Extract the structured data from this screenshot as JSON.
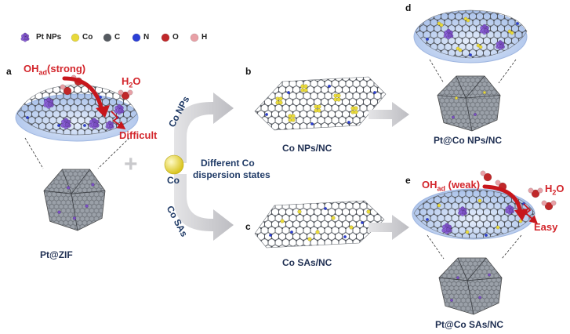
{
  "legend": [
    {
      "label": "Pt NPs",
      "color": "#7a4fc2",
      "icon": "pt-cluster-icon"
    },
    {
      "label": "Co",
      "color": "#e8d93a",
      "icon": "co-atom-icon"
    },
    {
      "label": "C",
      "color": "#555a60",
      "icon": "c-atom-icon"
    },
    {
      "label": "N",
      "color": "#2b3fd6",
      "icon": "n-atom-icon"
    },
    {
      "label": "O",
      "color": "#c0282a",
      "icon": "o-atom-icon"
    },
    {
      "label": "H",
      "color": "#e8a0a6",
      "icon": "h-atom-icon"
    }
  ],
  "panels": {
    "a": {
      "letter": "a",
      "caption": "Pt@ZIF",
      "oh_main": "OH",
      "oh_sub": "ad",
      "oh_rest": "(strong)",
      "water_main": "H",
      "water_sub": "2",
      "water_rest": "O",
      "outcome": "Difficult"
    },
    "b": {
      "letter": "b",
      "caption": "Co NPs/NC"
    },
    "c": {
      "letter": "c",
      "caption": "Co SAs/NC"
    },
    "d": {
      "letter": "d",
      "caption": "Pt@Co NPs/NC"
    },
    "e": {
      "letter": "e",
      "caption": "Pt@Co SAs/NC",
      "oh_main": "OH",
      "oh_sub": "ad",
      "oh_rest": " (weak)",
      "water_main": "H",
      "water_sub": "2",
      "water_rest": "O",
      "outcome": "Easy"
    }
  },
  "center": {
    "plus": "+",
    "co_label": "Co",
    "dispersion_line1": "Different Co",
    "dispersion_line2": "dispersion states",
    "branch_top": "Co NPs",
    "branch_bottom": "Co SAs"
  },
  "colors": {
    "sphere_fill": "#bcd0f0",
    "arrow_gray": "#c9c9cc",
    "accent_red": "#d3262c",
    "navy": "#1f3a66"
  }
}
